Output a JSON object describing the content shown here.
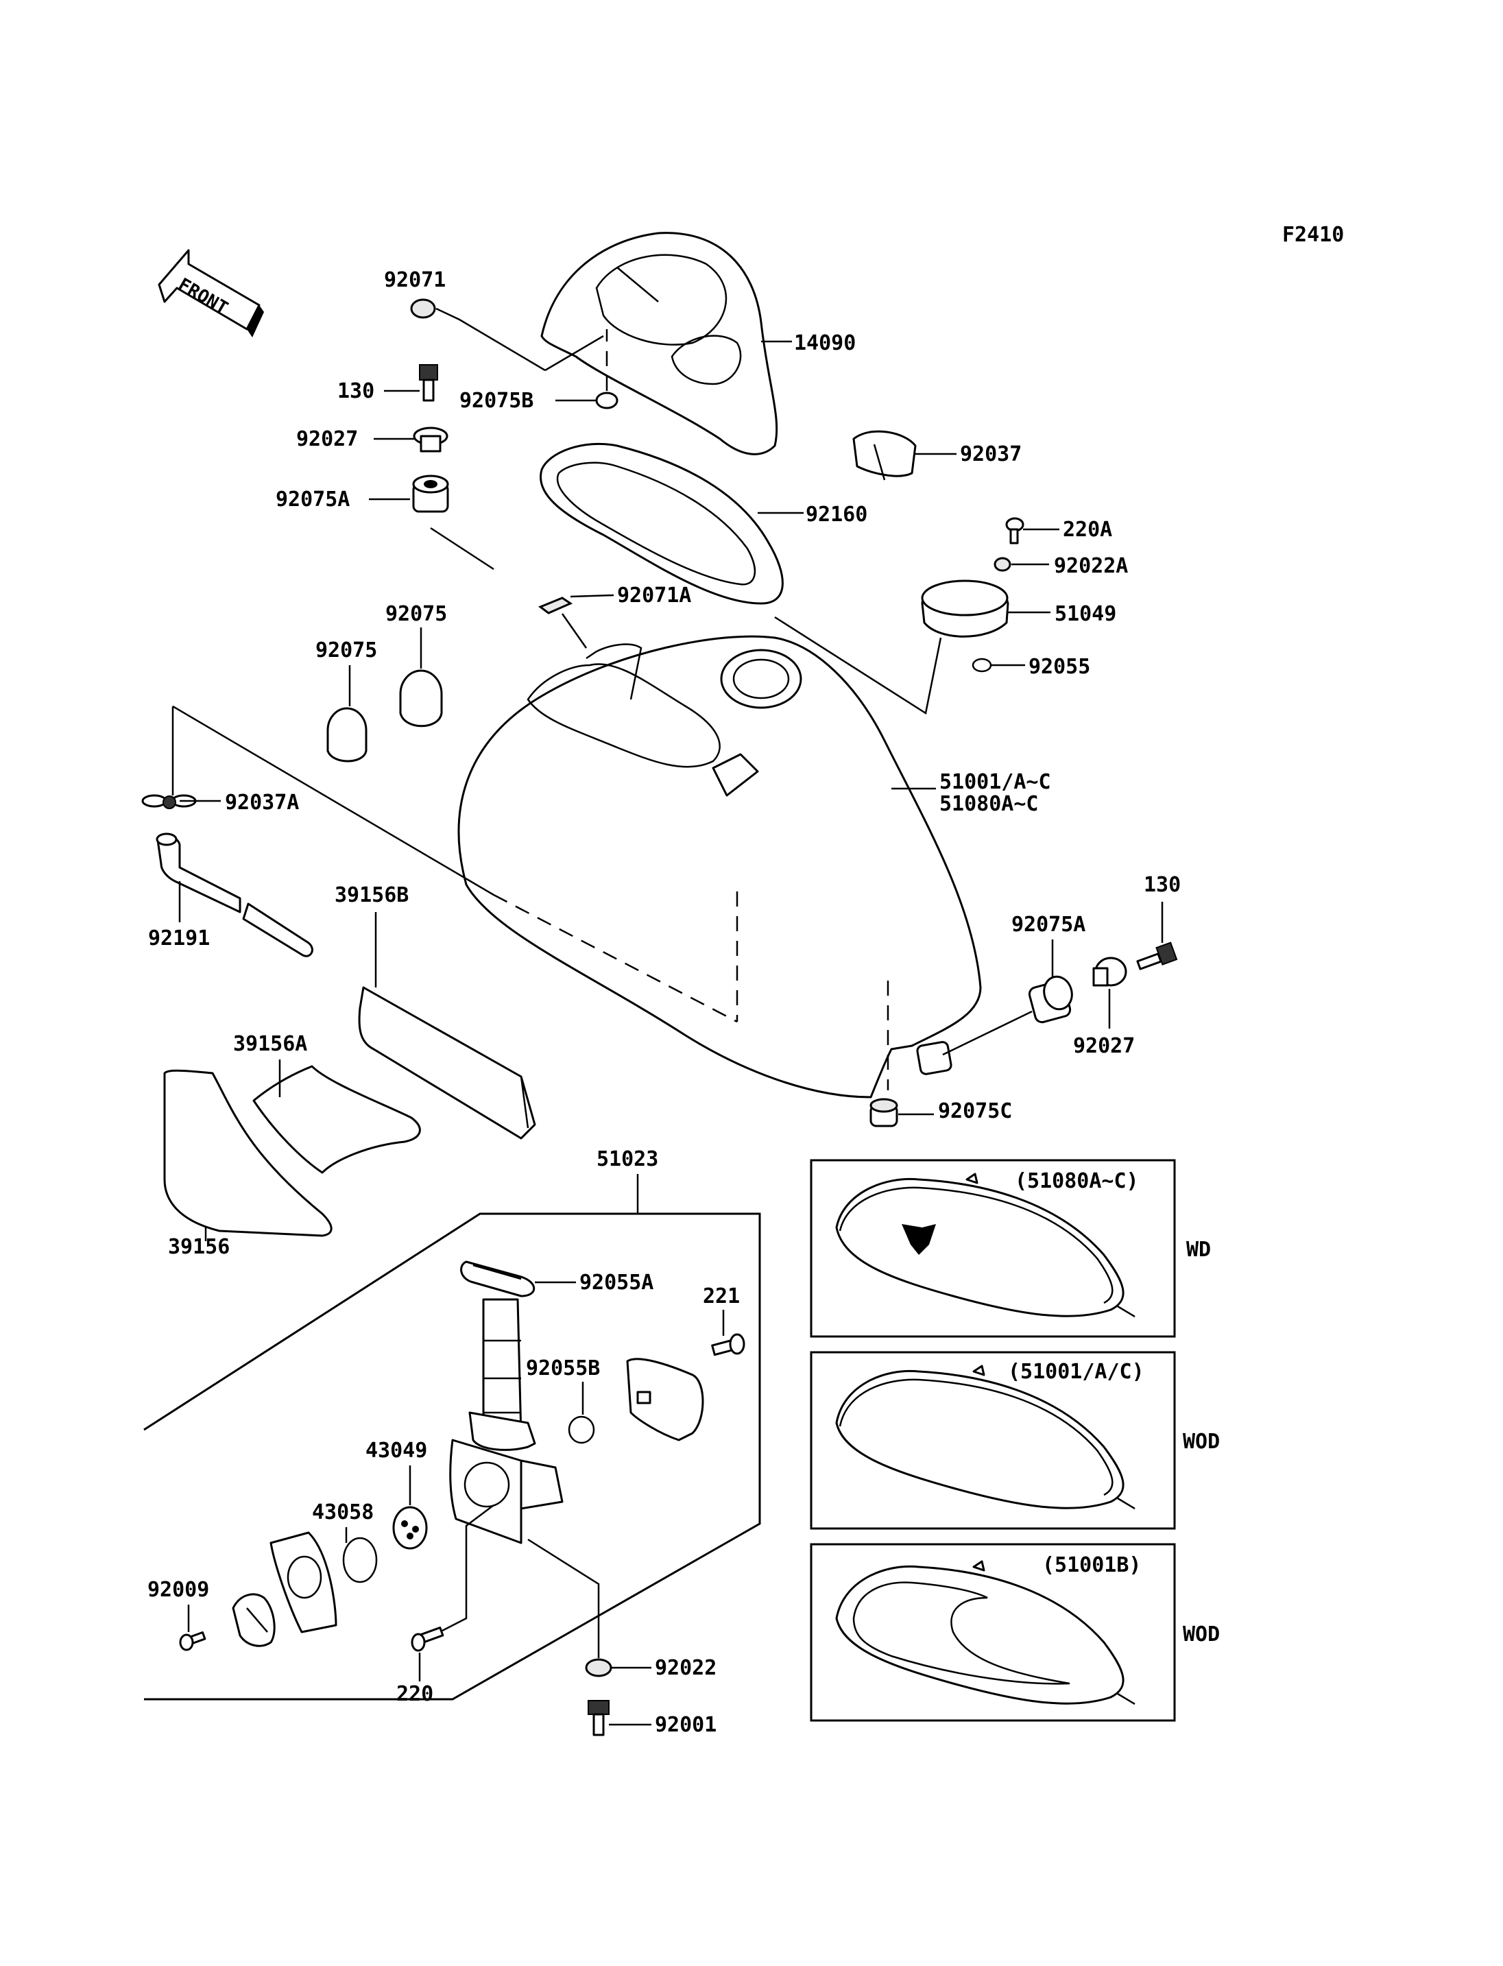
{
  "figure_code": "F2410",
  "front_label": "FRONT",
  "parts": {
    "p14090": "14090",
    "p92071": "92071",
    "p130_top": "130",
    "p92075B": "92075B",
    "p92027_top": "92027",
    "p92075A_top": "92075A",
    "p92037": "92037",
    "p92160": "92160",
    "p220A": "220A",
    "p92022A": "92022A",
    "p92071A": "92071A",
    "p51049": "51049",
    "p92075_a": "92075",
    "p92075_b": "92075",
    "p92055": "92055",
    "p51001": "51001/A~C",
    "p51080": "51080A~C",
    "p92037A": "92037A",
    "p130_right": "130",
    "p92075A_right": "92075A",
    "p39156B": "39156B",
    "p92191": "92191",
    "p92027_right": "92027",
    "p39156A": "39156A",
    "p92075C": "92075C",
    "p51023": "51023",
    "p39156": "39156",
    "p92055A": "92055A",
    "p221": "221",
    "p92055B": "92055B",
    "p43049": "43049",
    "p43058": "43058",
    "p92009": "92009",
    "p92022": "92022",
    "p220": "220",
    "p92001": "92001"
  },
  "variants": [
    {
      "code": "(51080A~C)",
      "tag": "WD"
    },
    {
      "code": "(51001/A/C)",
      "tag": "WOD"
    },
    {
      "code": "(51001B)",
      "tag": "WOD"
    }
  ]
}
